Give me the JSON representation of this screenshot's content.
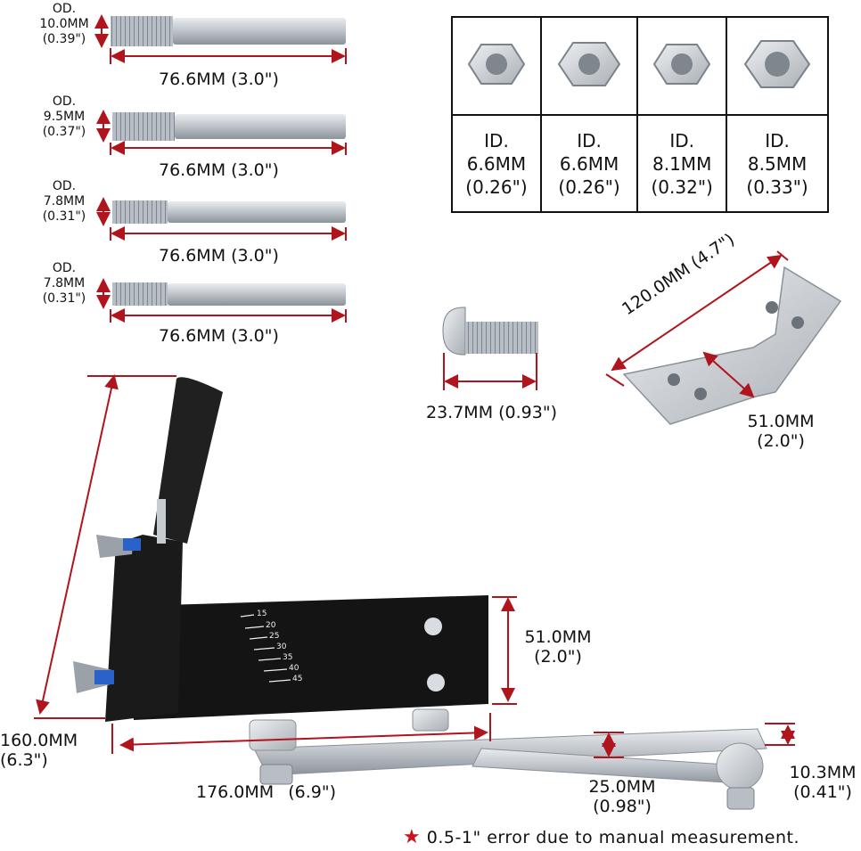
{
  "pins": [
    {
      "od_label": "OD.",
      "od_value": "10.0MM",
      "od_inch": "(0.39\")",
      "length": "76.6MM (3.0\")"
    },
    {
      "od_label": "OD.",
      "od_value": "9.5MM",
      "od_inch": "(0.37\")",
      "length": "76.6MM (3.0\")"
    },
    {
      "od_label": "OD.",
      "od_value": "7.8MM",
      "od_inch": "(0.31\")",
      "length": "76.6MM (3.0\")"
    },
    {
      "od_label": "OD.",
      "od_value": "7.8MM",
      "od_inch": "(0.31\")",
      "length": "76.6MM (3.0\")"
    }
  ],
  "nuts": [
    {
      "id_label": "ID.",
      "id_value": "6.6MM",
      "id_inch": "(0.26\")"
    },
    {
      "id_label": "ID.",
      "id_value": "6.6MM",
      "id_inch": "(0.26\")"
    },
    {
      "id_label": "ID.",
      "id_value": "8.1MM",
      "id_inch": "(0.32\")"
    },
    {
      "id_label": "ID.",
      "id_value": "8.5MM",
      "id_inch": "(0.33\")"
    }
  ],
  "bolt": {
    "length": "23.7MM (0.93\")"
  },
  "bracket": {
    "length": "120.0MM (4.7\")",
    "width_value": "51.0MM",
    "width_inch": "(2.0\")"
  },
  "tool": {
    "height_value": "160.0MM",
    "height_inch": "(6.3\")",
    "base_length": "176.0MM",
    "base_inch": "(6.9\")",
    "plate_height_value": "51.0MM",
    "plate_height_inch": "(2.0\")",
    "arm_width_value": "25.0MM",
    "arm_width_inch": "(0.98\")",
    "arm_thick_value": "10.3MM",
    "arm_thick_inch": "(0.41\")",
    "scale_marks": [
      "15",
      "20",
      "25",
      "30",
      "35",
      "40",
      "45"
    ]
  },
  "note": "0.5-1\" error due to manual measurement.",
  "colors": {
    "dimension_red": "#b0141c",
    "star_red": "#c8141c",
    "steel": "#c9cdd2",
    "black_part": "#111111"
  }
}
